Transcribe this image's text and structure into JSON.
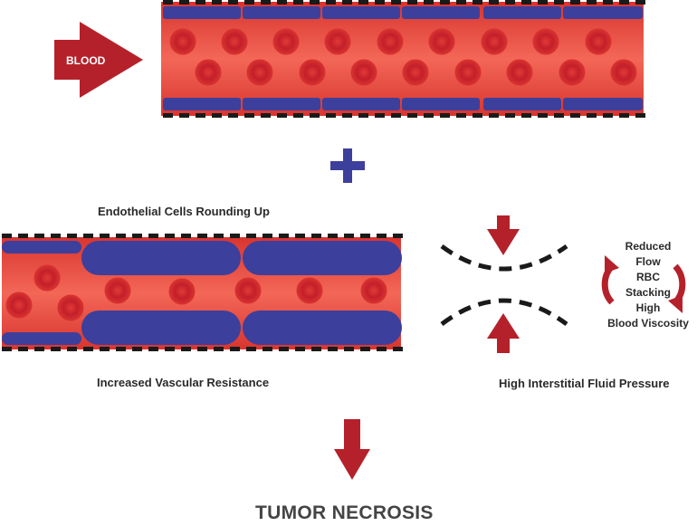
{
  "labels": {
    "blood": "BLOOD",
    "endothelial": "Endothelial Cells Rounding Up",
    "vascular_resistance": "Increased Vascular Resistance",
    "interstitial_pressure": "High Interstitial Fluid Pressure",
    "outcome": "TUMOR NECROSIS"
  },
  "cycle": {
    "lines": [
      "Reduced",
      "Flow",
      "RBC",
      "Stacking",
      "High",
      "Blood Viscosity"
    ]
  },
  "colors": {
    "vessel_red": "#e8433b",
    "vessel_red_light": "#f26a5b",
    "rbc_dark": "#c4202a",
    "endothelial_blue": "#3d3f9c",
    "arrow_red": "#b5212a",
    "plus_blue": "#3d3f9c",
    "dash": "#1a1a1a"
  }
}
